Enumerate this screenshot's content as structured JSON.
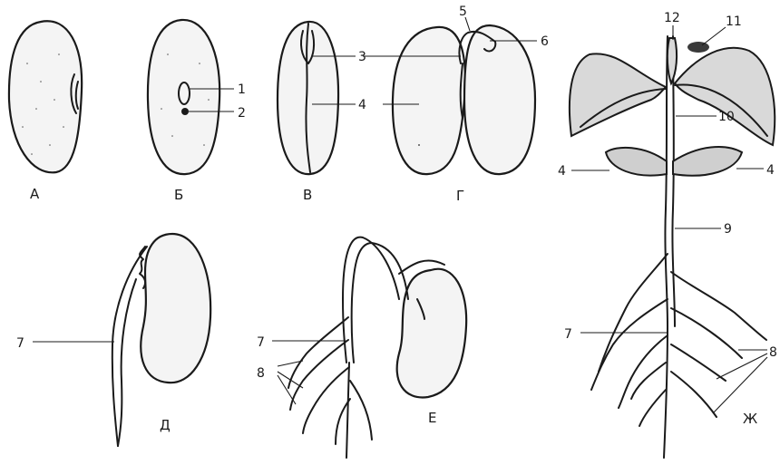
{
  "panels": [
    {
      "id": "A",
      "caption": "А"
    },
    {
      "id": "B",
      "caption": "Б"
    },
    {
      "id": "V",
      "caption": "В"
    },
    {
      "id": "G",
      "caption": "Г"
    },
    {
      "id": "D",
      "caption": "Д"
    },
    {
      "id": "E",
      "caption": "Е"
    },
    {
      "id": "Zh",
      "caption": "Ж"
    }
  ],
  "labels": {
    "b1": "1",
    "b2": "2",
    "v3": "3",
    "v4": "4",
    "g5": "5",
    "g6": "6",
    "d7": "7",
    "e7": "7",
    "e8": "8",
    "z12": "12",
    "z11": "11",
    "z10": "10",
    "z4l": "4",
    "z4r": "4",
    "z9": "9",
    "z7": "7",
    "z8": "8"
  }
}
